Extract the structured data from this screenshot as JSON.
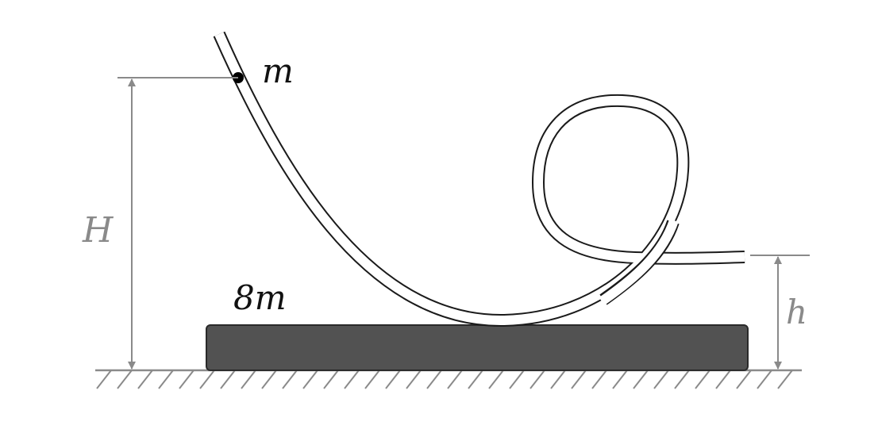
{
  "labels": {
    "ball_mass": "m",
    "block_mass": "8m",
    "height_start": "H",
    "height_exit": "h"
  },
  "colors": {
    "track": "#1a1a1a",
    "block": "#525252",
    "dimension": "#8a8a8a",
    "ground": "#8a8a8a",
    "ball": "#000000"
  }
}
